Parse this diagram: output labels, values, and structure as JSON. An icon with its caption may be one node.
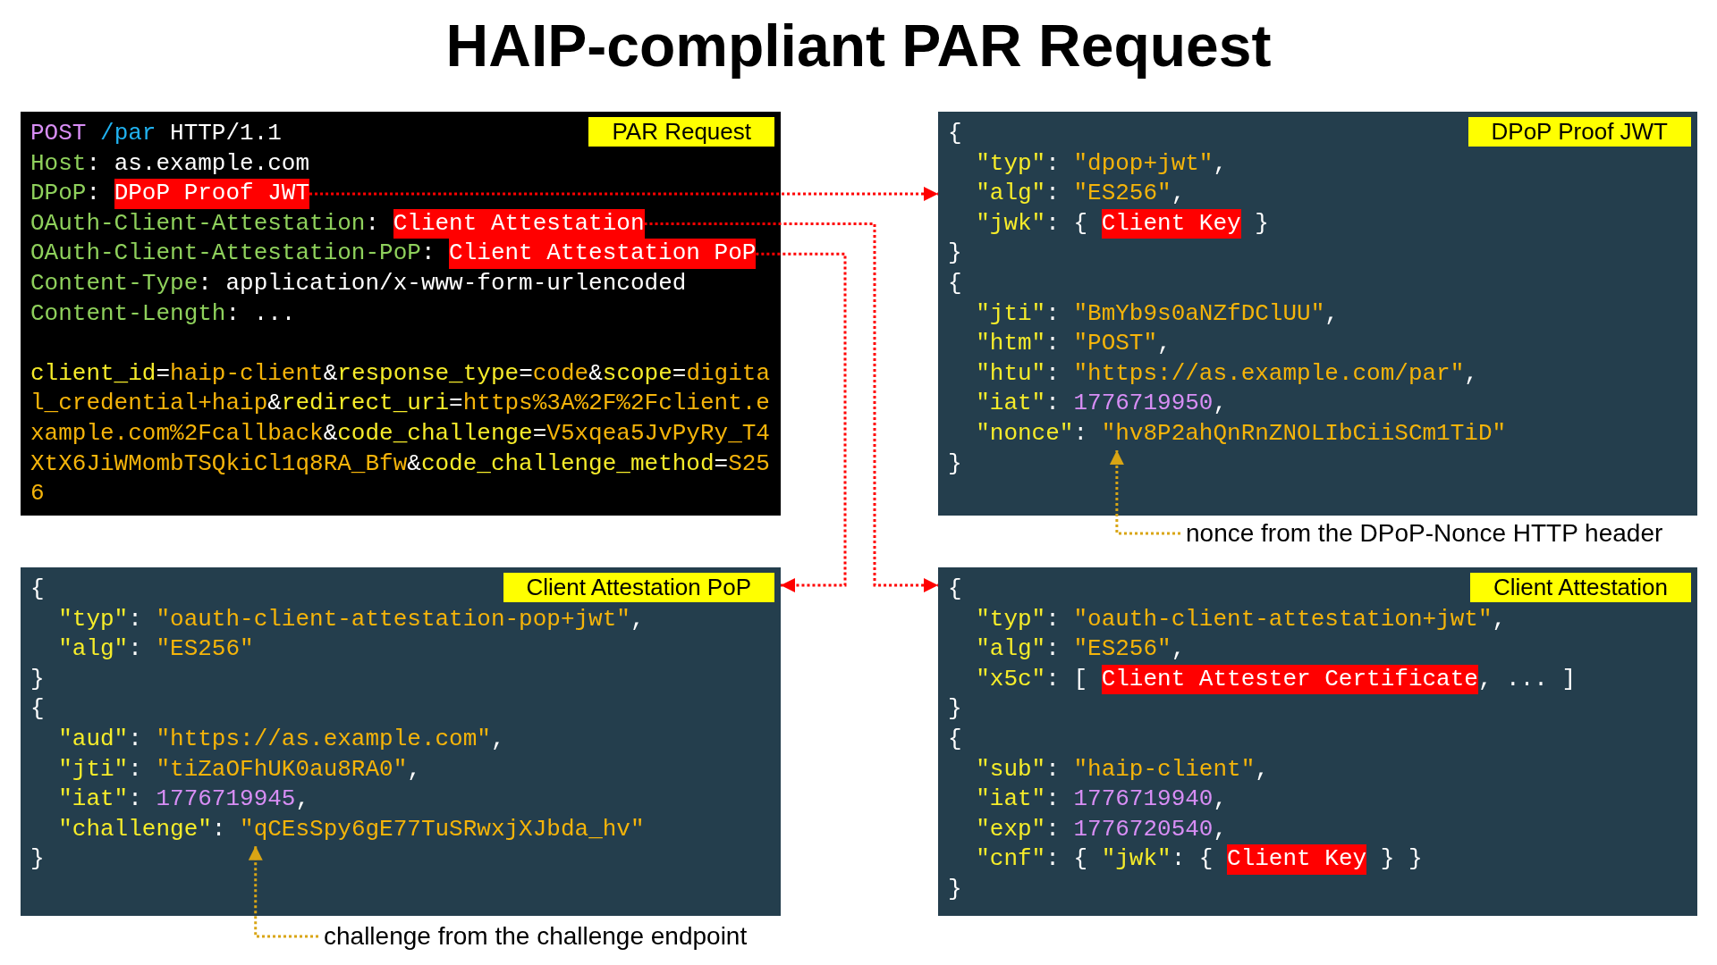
{
  "diagram": {
    "title": "HAIP-compliant PAR Request",
    "nodes": [
      {
        "text": [
          "PAR Request",
          "POST /par HTTP/1.1",
          "Host: as.example.com",
          "DPoP:",
          "OAuth-Client-Attestation:",
          "OAuth-Client-Attestation-PoP:",
          "Content-Type: application/x-www-form-urlencoded",
          "Content-Length: ...",
          "client_id=haip-client&response_type=code&scope=digital_credential+haip&redirect_uri=https%3A%2F%2Fclient.example.com%2Fcallback&code_challenge=V5xqea5JvPyRy_T4XtX6JiWMombTSQkiCl1q8RA_Bfw&code_challenge_method=S256"
        ]
      },
      {
        "text": [
          "DPoP Proof JWT"
        ],
        "in": 0
      },
      {
        "text": [
          "Client Attestation"
        ],
        "in": 0
      },
      {
        "text": [
          "Client Attestation PoP"
        ],
        "in": 0
      },
      {
        "text": [
          "DPoP Proof JWT",
          "{",
          "\"typ\": \"dpop+jwt\",",
          "\"alg\": \"ES256\",",
          "\"jwk\": {",
          "}",
          "}",
          "{",
          "\"jti\": \"BmYb9s0aNZfDClUU\",",
          "\"htm\": \"POST\",",
          "\"htu\": \"https://as.example.com/par\",",
          "\"iat\": 1776719950,",
          "\"nonce\": \"hv8P2ahQnRnZNOLIbCiiSCm1TiD\"",
          "}"
        ]
      },
      {
        "text": [
          "Client Key"
        ],
        "in": 4
      },
      {
        "text": [
          "nonce from the DPoP-Nonce HTTP header"
        ]
      },
      {
        "text": [
          "Client Attestation PoP",
          "{",
          "\"typ\": \"oauth-client-attestation-pop+jwt\",",
          "\"alg\": \"ES256\"",
          "}",
          "{",
          "\"aud\": \"https://as.example.com\",",
          "\"jti\": \"tiZaOFhUK0au8RA0\",",
          "\"iat\": 1776719945,",
          "\"challenge\": \"qCEsSpy6gE77TuSRwxjXJbda_hv\"",
          "}"
        ]
      },
      {
        "text": [
          "Client Attestation",
          "{",
          "\"typ\": \"oauth-client-attestation+jwt\",",
          "\"alg\": \"ES256\",",
          "\"x5c\": [",
          ", ... ]",
          "}",
          "{",
          "\"sub\": \"haip-client\",",
          "\"iat\": 1776719940,",
          "\"exp\": 1776720540,",
          "\"cnf\": { \"jwk\": {",
          "} }",
          "}"
        ]
      },
      {
        "text": [
          "Client Attester Certificate"
        ],
        "in": 8
      },
      {
        "text": [
          "Client Key"
        ],
        "in": 8
      },
      {
        "text": [
          "challenge from the challenge endpoint"
        ]
      }
    ],
    "edges": [
      {
        "from": 1,
        "to": 4,
        "arrow": "to",
        "style": "dashed"
      },
      {
        "from": 2,
        "to": 8,
        "arrow": "to",
        "style": "dashed"
      },
      {
        "from": 3,
        "to": 7,
        "arrow": "to",
        "style": "dashed"
      },
      {
        "from": 6,
        "to": 4,
        "arrow": "to",
        "style": "dashed",
        "color": "#d9a514"
      },
      {
        "from": 11,
        "to": 7,
        "arrow": "to",
        "style": "dashed",
        "color": "#d9a514"
      }
    ]
  }
}
